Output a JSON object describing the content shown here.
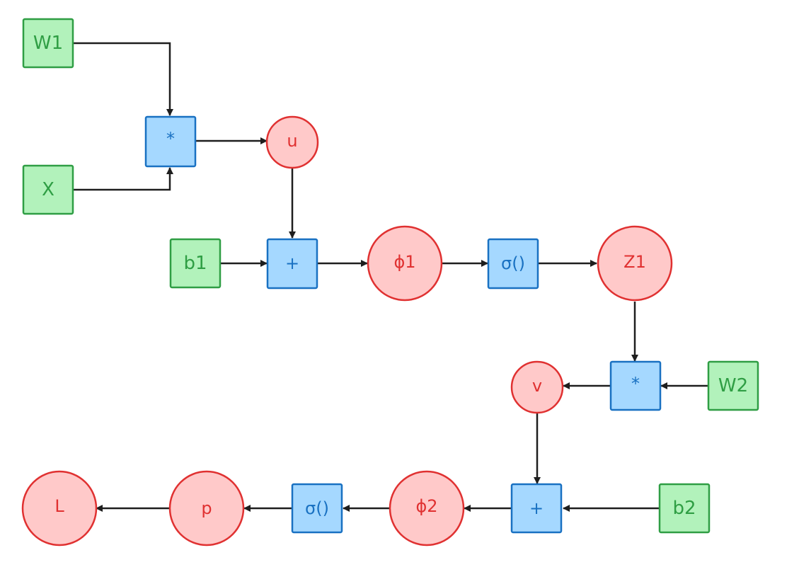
{
  "nodes": {
    "w1": {
      "label": "W1",
      "kind": "parameter"
    },
    "x": {
      "label": "X",
      "kind": "parameter"
    },
    "mul1": {
      "label": "*",
      "kind": "operation"
    },
    "u": {
      "label": "u",
      "kind": "variable"
    },
    "b1": {
      "label": "b1",
      "kind": "parameter"
    },
    "add1": {
      "label": "+",
      "kind": "operation"
    },
    "phi1": {
      "label": "ϕ1",
      "kind": "variable"
    },
    "sigma1": {
      "label": "σ()",
      "kind": "operation"
    },
    "z1": {
      "label": "Z1",
      "kind": "variable"
    },
    "mul2": {
      "label": "*",
      "kind": "operation"
    },
    "w2": {
      "label": "W2",
      "kind": "parameter"
    },
    "v": {
      "label": "v",
      "kind": "variable"
    },
    "add2": {
      "label": "+",
      "kind": "operation"
    },
    "b2": {
      "label": "b2",
      "kind": "parameter"
    },
    "phi2": {
      "label": "ϕ2",
      "kind": "variable"
    },
    "sigma2": {
      "label": "σ()",
      "kind": "operation"
    },
    "p": {
      "label": "p",
      "kind": "variable"
    },
    "l": {
      "label": "L",
      "kind": "variable"
    }
  },
  "edges": [
    {
      "from": "w1",
      "to": "mul1"
    },
    {
      "from": "x",
      "to": "mul1"
    },
    {
      "from": "mul1",
      "to": "u"
    },
    {
      "from": "u",
      "to": "add1"
    },
    {
      "from": "b1",
      "to": "add1"
    },
    {
      "from": "add1",
      "to": "phi1"
    },
    {
      "from": "phi1",
      "to": "sigma1"
    },
    {
      "from": "sigma1",
      "to": "z1"
    },
    {
      "from": "z1",
      "to": "mul2"
    },
    {
      "from": "w2",
      "to": "mul2"
    },
    {
      "from": "mul2",
      "to": "v"
    },
    {
      "from": "v",
      "to": "add2"
    },
    {
      "from": "b2",
      "to": "add2"
    },
    {
      "from": "add2",
      "to": "phi2"
    },
    {
      "from": "phi2",
      "to": "sigma2"
    },
    {
      "from": "sigma2",
      "to": "p"
    },
    {
      "from": "p",
      "to": "l"
    }
  ],
  "colors": {
    "parameter_fill": "#b2f2bb",
    "parameter_stroke": "#2f9e44",
    "operation_fill": "#a5d8ff",
    "operation_stroke": "#1971c2",
    "variable_fill": "#ffc9c9",
    "variable_stroke": "#e03131",
    "edge": "#1e1e1e"
  }
}
